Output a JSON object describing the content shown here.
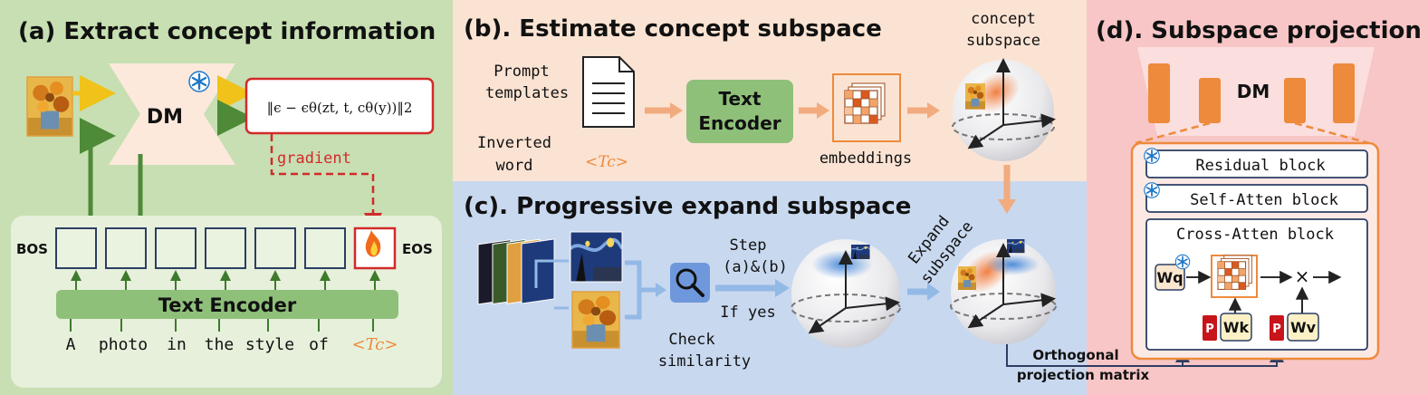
{
  "panel_a": {
    "title": "(a) Extract concept information",
    "dm_label": "DM",
    "loss_formula": "‖ϵ − ϵθ(zt, t, cθ(y))‖2",
    "gradient_label": "gradient",
    "bos_label": "BOS",
    "eos_label": "EOS",
    "encoder_label": "Text Encoder",
    "prompt_words": [
      "A",
      "photo",
      "in",
      "the",
      "style",
      "of"
    ],
    "concept_token": "<Tc>"
  },
  "panel_b": {
    "title": "(b). Estimate concept  subspace",
    "prompt_templates_line1": "Prompt",
    "prompt_templates_line2": "templates",
    "inverted_word_line1": "Inverted",
    "inverted_word_line2": "word",
    "concept_token": "<Tc>",
    "encoder_line1": "Text",
    "encoder_line2": "Encoder",
    "embeddings_label": "embeddings",
    "subspace_line1": "concept",
    "subspace_line2": "subspace"
  },
  "panel_c": {
    "title": "(c). Progressive expand subspace",
    "step_line1": "Step",
    "step_line2": "(a)&(b)",
    "if_yes": "If yes",
    "check_line1": "Check",
    "check_line2": "similarity",
    "expand_line1": "Expand",
    "expand_line2": "subspace"
  },
  "panel_d": {
    "title": "(d). Subspace projection",
    "dm_label": "DM",
    "residual_block": "Residual block",
    "self_atten_block": "Self-Atten block",
    "cross_atten_block": "Cross-Atten block",
    "wq": "Wq",
    "wk": "Wk",
    "wv": "Wv",
    "p_label": "P",
    "times": "×",
    "orth_line1": "Orthogonal",
    "orth_line2": "projection matrix"
  },
  "colors": {
    "panel_a_bg": "#c7dfb2",
    "panel_b_bg": "#fbe3d3",
    "panel_c_bg": "#c8d8ef",
    "panel_d_bg": "#f8c6c6",
    "encoder_green": "#8fc07a",
    "accent_orange": "#ee8a3c",
    "dark_red": "#d22a2a",
    "navy": "#2d3e63"
  },
  "icons": [
    "snowflake-icon",
    "fire-icon",
    "document-icon",
    "magnifier-icon",
    "sphere-icon",
    "painting-thumbnail"
  ]
}
